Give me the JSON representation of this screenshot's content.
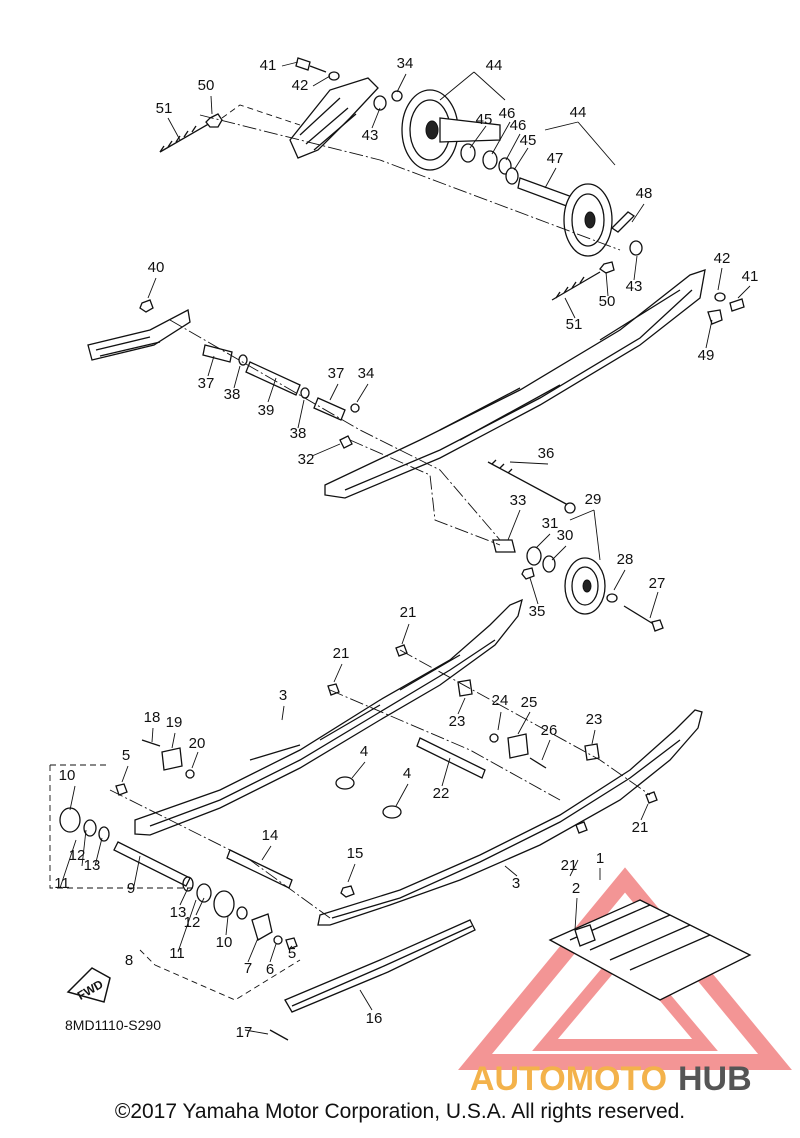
{
  "diagram": {
    "drawing_code": "8MD1110-S290",
    "fwd_label": "FWD",
    "callouts": [
      "41",
      "42",
      "34",
      "44",
      "50",
      "51",
      "43",
      "45",
      "46",
      "46",
      "45",
      "44",
      "47",
      "48",
      "40",
      "42",
      "41",
      "50",
      "43",
      "51",
      "49",
      "37",
      "38",
      "39",
      "38",
      "37",
      "34",
      "32",
      "36",
      "33",
      "31",
      "30",
      "29",
      "28",
      "27",
      "35",
      "21",
      "21",
      "3",
      "23",
      "24",
      "25",
      "26",
      "23",
      "18",
      "19",
      "20",
      "5",
      "4",
      "4",
      "22",
      "21",
      "10",
      "12",
      "13",
      "11",
      "14",
      "15",
      "9",
      "3",
      "21",
      "1",
      "2",
      "13",
      "12",
      "11",
      "10",
      "7",
      "6",
      "5",
      "8",
      "17",
      "16"
    ]
  },
  "watermark": {
    "brand_left": "AUTOMOTO",
    "brand_right": "HUB"
  },
  "footer": {
    "copyright": "©2017 Yamaha Motor Corporation, U.S.A. All rights reserved."
  }
}
